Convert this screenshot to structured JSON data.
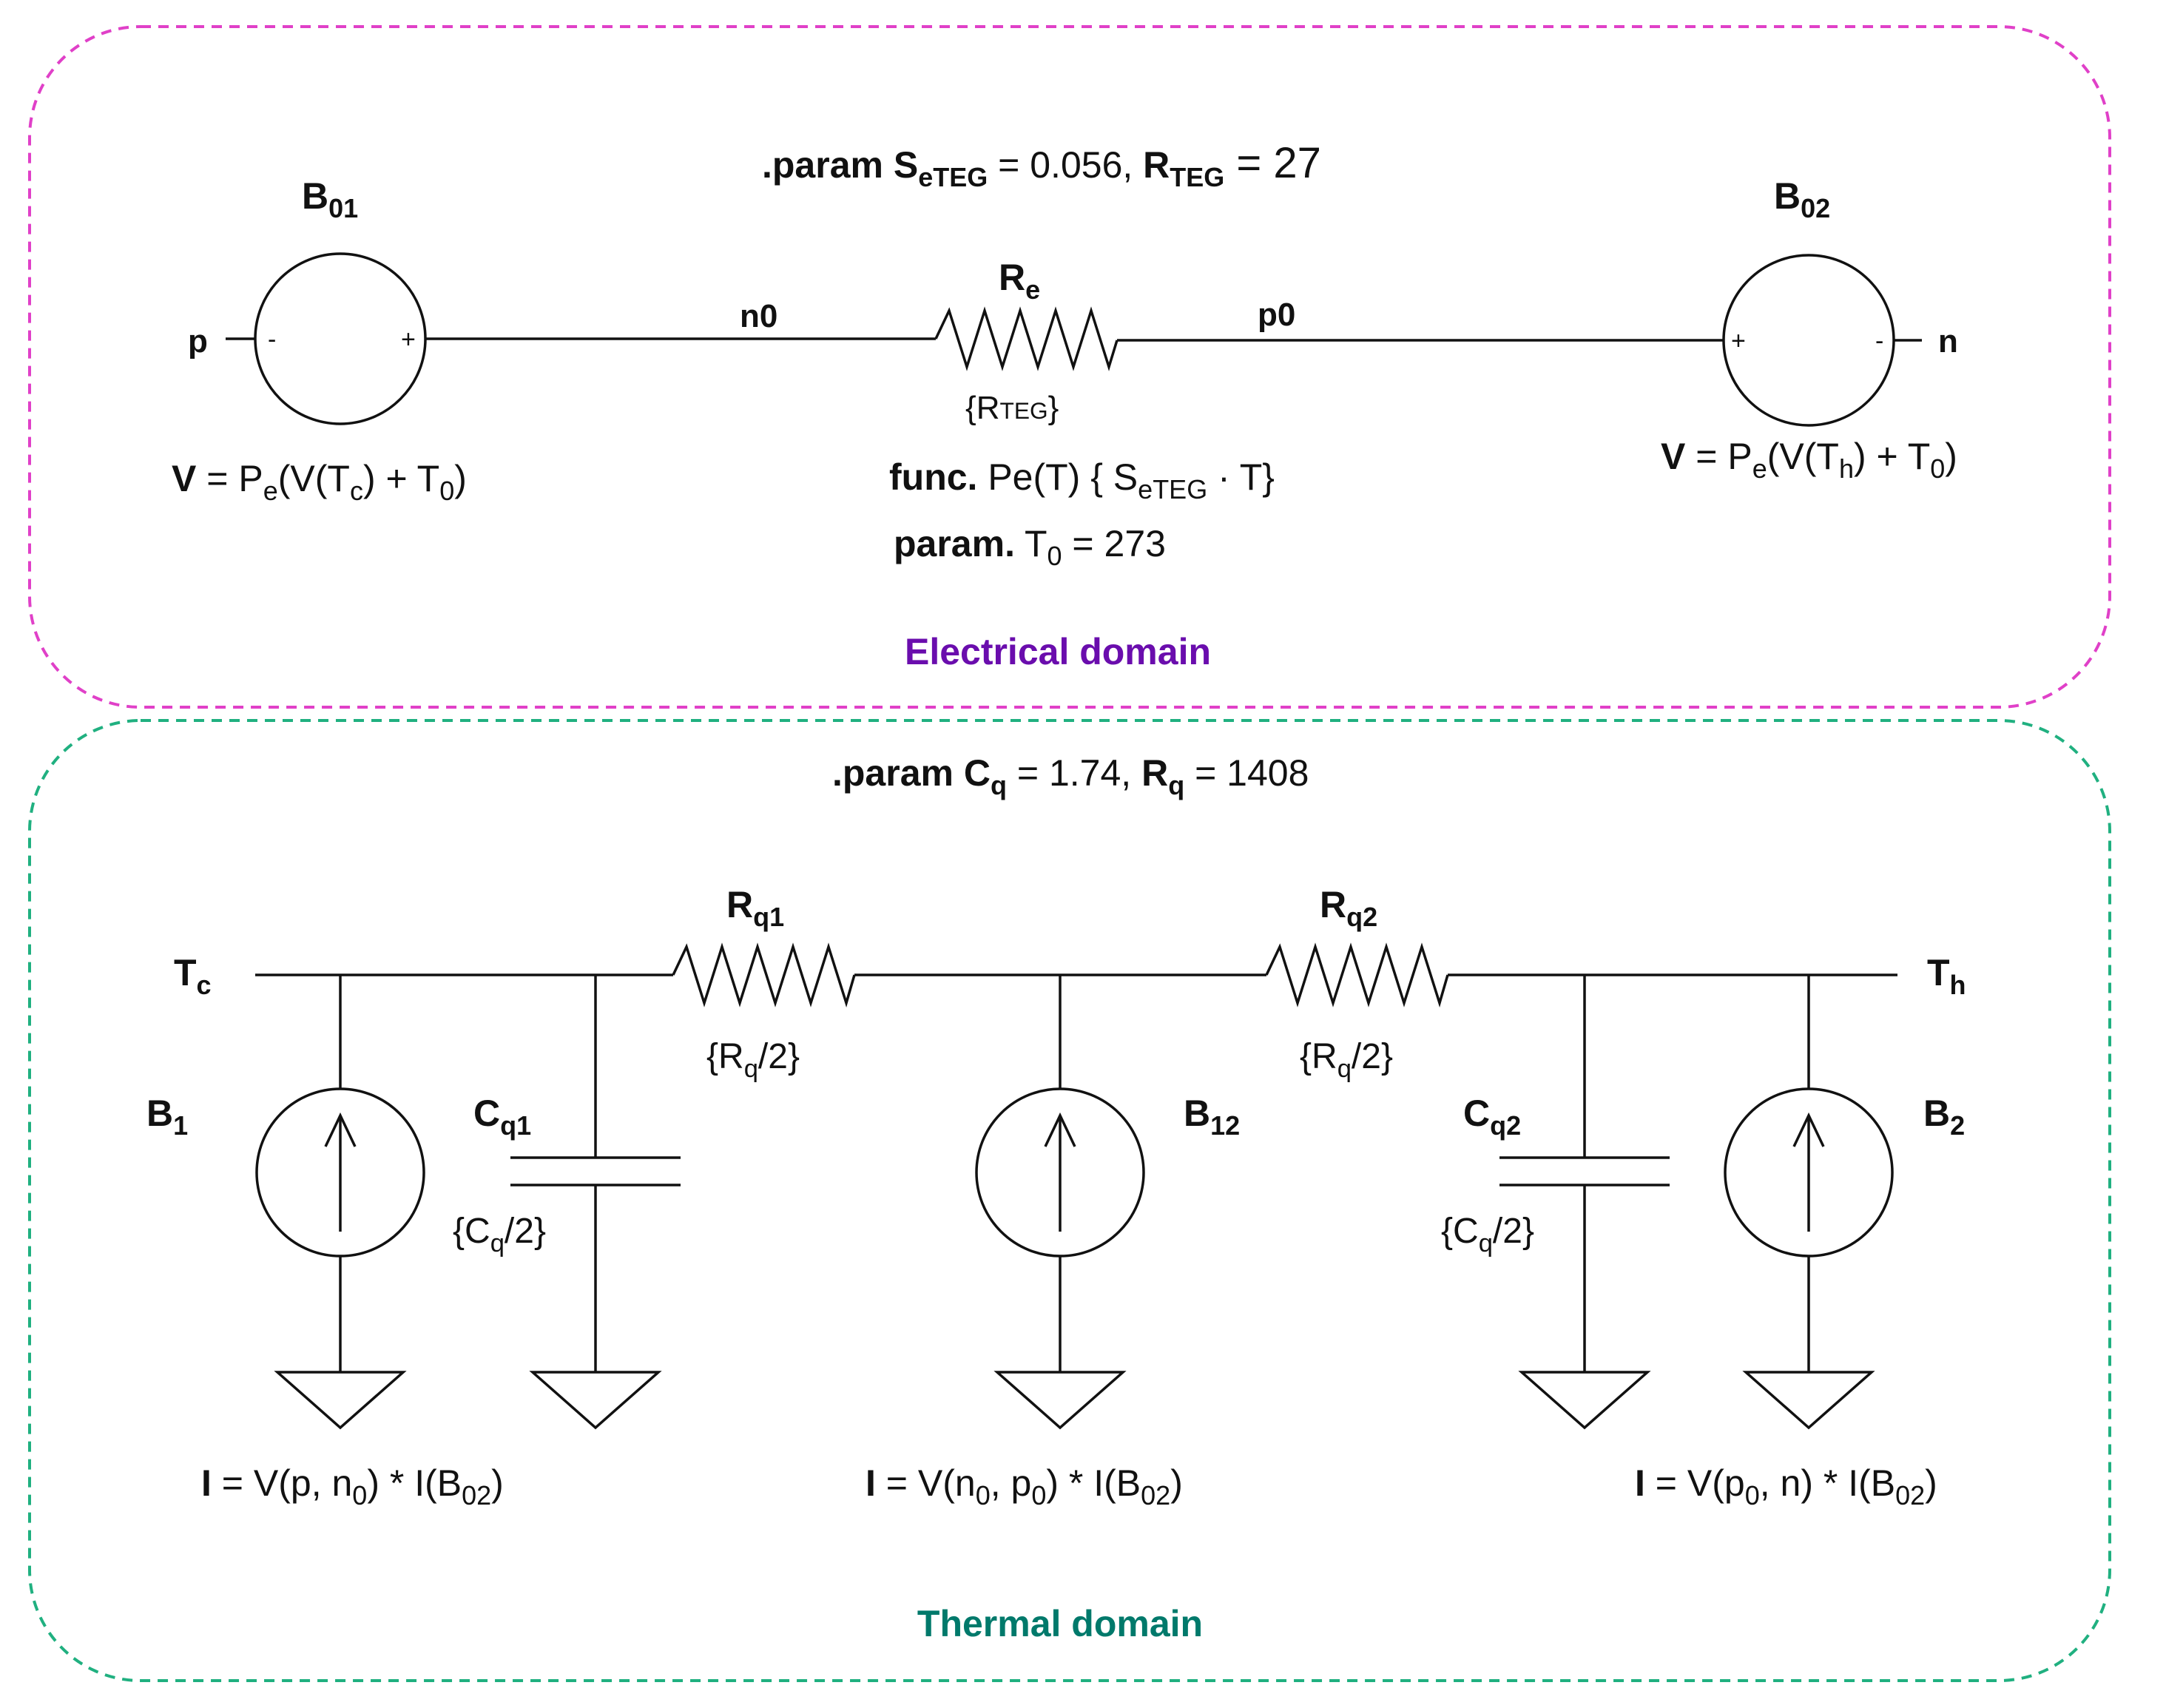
{
  "electrical": {
    "domain_label": "Electrical domain",
    "domain_color": "#6a0dad",
    "border_color": "#e040c8",
    "param_line": {
      "prefix": ".param",
      "s_name": "S",
      "s_sub": "eTEG",
      "s_val": " = 0.056, ",
      "r_name": "R",
      "r_sub": "TEG",
      "r_val": " = 27"
    },
    "source_left": {
      "name": "B",
      "sub": "01",
      "terminal": "p",
      "minus": "-",
      "plus": "+"
    },
    "source_right": {
      "name": "B",
      "sub": "02",
      "terminal": "n",
      "minus": "-",
      "plus": "+"
    },
    "node_left": "n0",
    "node_right": "p0",
    "resistor": {
      "name": "R",
      "sub": "e",
      "value": "{R",
      "value_sub": "TEG",
      "value_end": "}"
    },
    "eq_left": {
      "a": "V",
      "b": " = P",
      "c": "e",
      "d": "(V(T",
      "e": "c",
      "f": ") + T",
      "g": "0",
      "h": ")"
    },
    "eq_right": {
      "a": "V",
      "b": " = P",
      "c": "e",
      "d": "(V(T",
      "e": "h",
      "f": ") + T",
      "g": "0",
      "h": ")"
    },
    "func_line": {
      "kw": "func.",
      "a": "  Pe(T) { S",
      "sub": "eTEG",
      "b": " · T}"
    },
    "param_line2": {
      "kw": "param.",
      "a": "  T",
      "sub": "0",
      "b": " = 273"
    }
  },
  "thermal": {
    "domain_label": "Thermal domain",
    "domain_color": "#00796b",
    "border_color": "#20b080",
    "param_line": {
      "prefix": ".param",
      "c_name": "C",
      "c_sub": "q",
      "c_val": " = 1.74, ",
      "r_name": "R",
      "r_sub": "q",
      "r_val": " = 1408"
    },
    "node_left": {
      "name": "T",
      "sub": "c"
    },
    "node_right": {
      "name": "T",
      "sub": "h"
    },
    "rq1": {
      "name": "R",
      "sub": "q1",
      "v1": "{R",
      "v_sub": "q",
      "v2": "/2}"
    },
    "rq2": {
      "name": "R",
      "sub": "q2",
      "v1": "{R",
      "v_sub": "q",
      "v2": "/2}"
    },
    "cq1": {
      "name": "C",
      "sub": "q1",
      "v1": "{C",
      "v_sub": "q",
      "v2": "/2}"
    },
    "cq2": {
      "name": "C",
      "sub": "q2",
      "v1": "{C",
      "v_sub": "q",
      "v2": "/2}"
    },
    "b1": {
      "name": "B",
      "sub": "1"
    },
    "b12": {
      "name": "B",
      "sub": "12"
    },
    "b2": {
      "name": "B",
      "sub": "2"
    },
    "eq1": {
      "a": "I",
      "b": " = V(p, n",
      "c": "0",
      "d": ") * I(B",
      "e": "02",
      "f": ")"
    },
    "eq2": {
      "a": "I",
      "b": " = V(n",
      "c": "0",
      "d": ", p",
      "e": "0",
      "f": ") * I(B",
      "g": "02",
      "h": ")"
    },
    "eq3": {
      "a": "I",
      "b": " = V(p",
      "c": "0",
      "d": ", n) * I(B",
      "e": "02",
      "f": ")"
    }
  }
}
